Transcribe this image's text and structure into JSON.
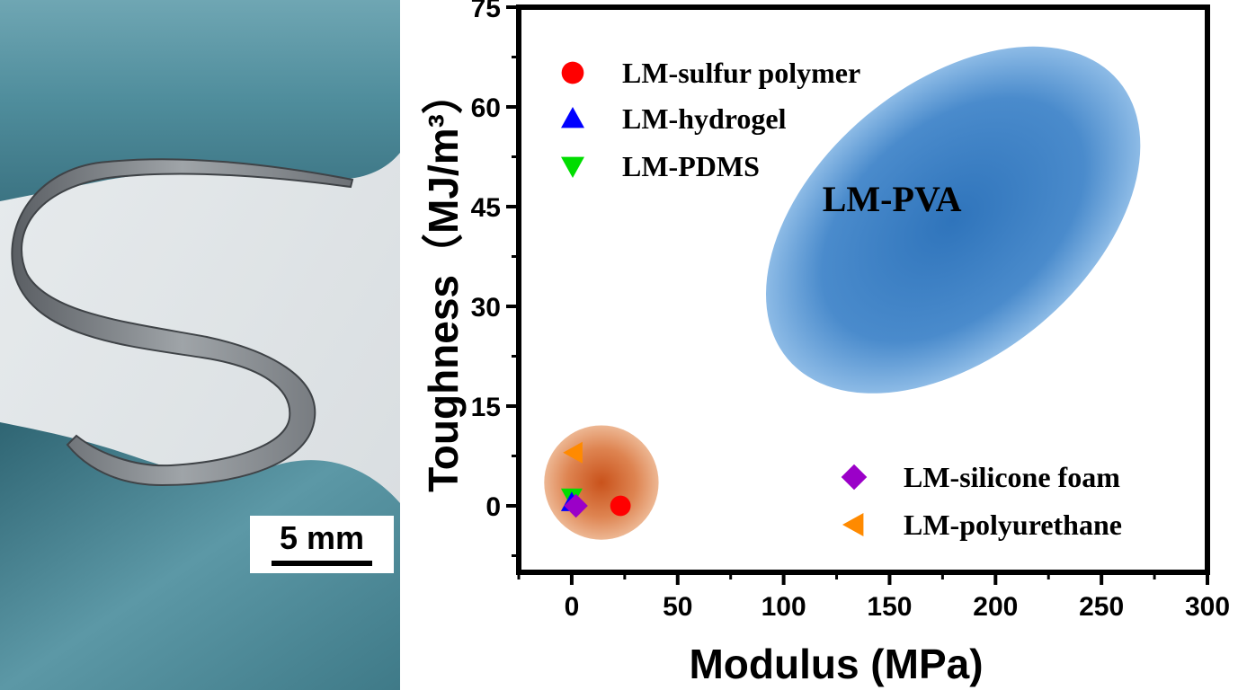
{
  "photo": {
    "scale_bar_label": "5 mm"
  },
  "chart_data": {
    "type": "scatter",
    "xlabel": "Modulus (MPa)",
    "ylabel": "Toughness（MJ/m³）",
    "xlim": [
      -25,
      300
    ],
    "ylim": [
      -10,
      75
    ],
    "xticks": [
      0,
      50,
      100,
      150,
      200,
      250,
      300
    ],
    "yticks": [
      0,
      15,
      30,
      45,
      60,
      75
    ],
    "grid": false,
    "legend_left": "top-left",
    "legend_right": "bottom-right",
    "series": [
      {
        "name": "LM-sulfur polymer",
        "marker": "circle",
        "color": "#ff0000",
        "x": [
          23
        ],
        "y": [
          0
        ]
      },
      {
        "name": "LM-hydrogel",
        "marker": "triangle-up",
        "color": "#0000ff",
        "x": [
          0
        ],
        "y": [
          0.5
        ]
      },
      {
        "name": "LM-PDMS",
        "marker": "triangle-down",
        "color": "#00dd00",
        "x": [
          0
        ],
        "y": [
          1.3
        ]
      },
      {
        "name": "LM-silicone foam",
        "marker": "diamond",
        "color": "#9b00c8",
        "x": [
          2
        ],
        "y": [
          0
        ]
      },
      {
        "name": "LM-polyurethane",
        "marker": "triangle-left",
        "color": "#ff8a00",
        "x": [
          1
        ],
        "y": [
          8
        ]
      }
    ],
    "regions": [
      {
        "label": "LM-PVA",
        "shape": "ellipse",
        "color": "#3a7fc4",
        "center": [
          180,
          43
        ],
        "rx": 60,
        "ry": 17,
        "angle": 40
      },
      {
        "label": "",
        "shape": "circle",
        "color": "#d76a2a",
        "center": [
          14,
          3.5
        ],
        "r": 27
      }
    ]
  }
}
